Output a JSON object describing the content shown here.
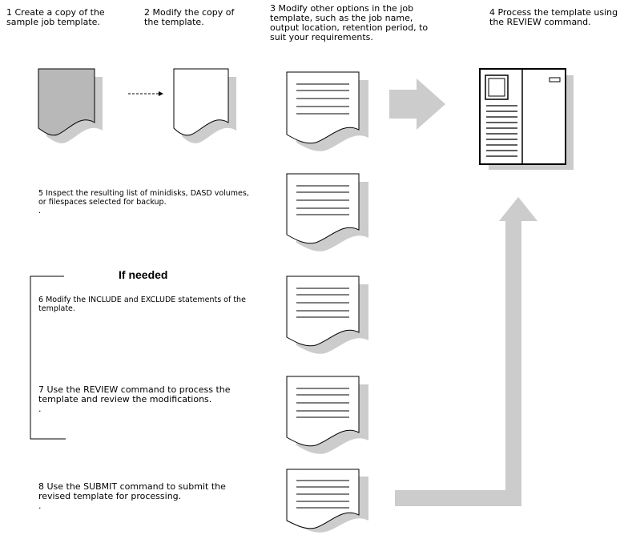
{
  "steps": {
    "s1": "1  Create a copy of the\nsample job template.",
    "s2": "2  Modify the copy of\nthe template.",
    "s3": "3  Modify other options in the job\ntemplate, such as the job name,\noutput location, retention period, to\nsuit your requirements.",
    "s4": "4 Process the template using\nthe  REVIEW command.",
    "s5": "5  Inspect the resulting list of minidisks, DASD volumes,\nor filespaces selected for backup.\n.",
    "if_needed": "If  needed",
    "s6": "6 Modify the INCLUDE and EXCLUDE statements of the\ntemplate.",
    "s7": "7  Use the REVIEW command to process the\ntemplate and review the modifications.\n.",
    "s8": "8  Use the SUBMIT command to submit the\nrevised template for processing.\n."
  },
  "colors": {
    "shadow": "#cccccc",
    "arrow": "#cccccc",
    "filled_doc": "#b8b8b8",
    "stroke": "#000000"
  }
}
